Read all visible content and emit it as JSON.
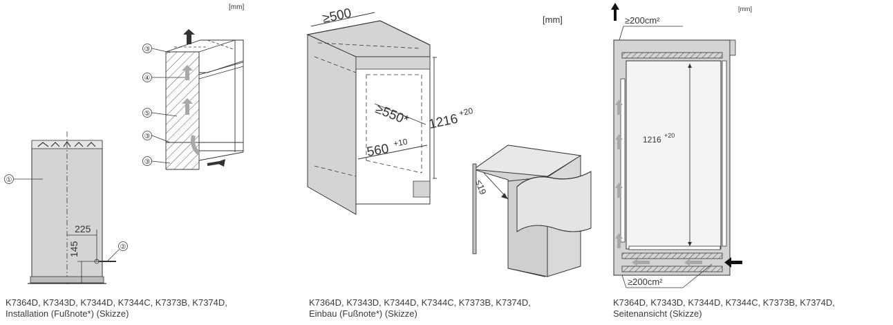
{
  "unit_label": "[mm]",
  "panel1": {
    "callouts": [
      "①",
      "②",
      "③",
      "③",
      "③",
      "④",
      "⑤"
    ],
    "dims": {
      "horizontal": "225",
      "vertical": "145"
    },
    "caption": {
      "line1": "K7364D, K7343D, K7344D, K7344C, K7373B, K7374D,",
      "line2": "Installation (Fußnote*) (Skizze)"
    }
  },
  "panel2": {
    "dims": {
      "width": "≥500",
      "depth": "≥550*",
      "height": "1216",
      "height_tol": "+20",
      "inner": "560",
      "inner_tol": "+10",
      "gap": "≤19"
    },
    "caption": {
      "line1": "K7364D, K7343D, K7344D, K7344C, K7373B, K7374D,",
      "line2": "Einbau (Fußnote*) (Skizze)"
    }
  },
  "panel3": {
    "vent_top": "≥200cm²",
    "vent_bottom": "≥200cm²",
    "height": "1216",
    "height_tol": "+20",
    "caption": {
      "line1": "K7364D, K7343D, K7344D, K7344C, K7373B, K7374D,",
      "line2": "Seitenansicht (Skizze)"
    }
  },
  "colors": {
    "appliance_fill": "#d4d4d4",
    "line": "#333333",
    "arrow_grey": "#a8a8a8"
  }
}
